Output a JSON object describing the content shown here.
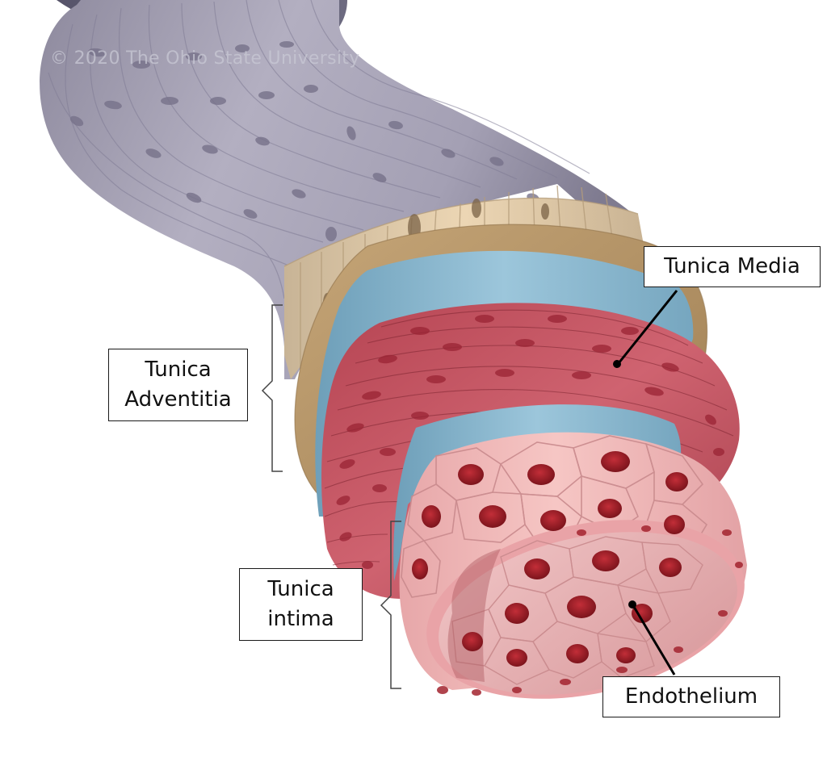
{
  "watermark": "© 2020 The Ohio State University",
  "labels": {
    "tunica_media": "Tunica Media",
    "tunica_adventitia_line1": "Tunica",
    "tunica_adventitia_line2": "Adventitia",
    "tunica_intima_line1": "Tunica",
    "tunica_intima_line2": "intima",
    "endothelium": "Endothelium"
  },
  "colors": {
    "outer_layer": "#a8a4b6",
    "fibrous_layer": "#e6cfac",
    "elastic_band": "#86b3cb",
    "smooth_muscle": "#c24f5d",
    "endothelial_cell": "#f0b7b7",
    "nucleus": "#9a1d26"
  }
}
